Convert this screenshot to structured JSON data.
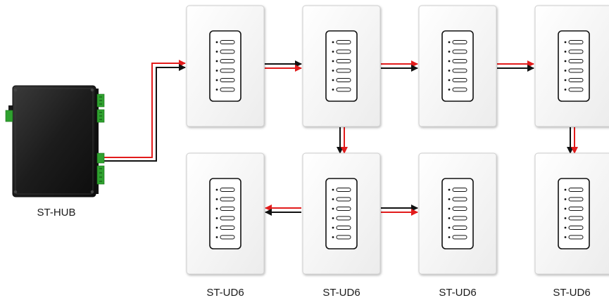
{
  "hub": {
    "label": "ST-HUB"
  },
  "device_labels": [
    "ST-UD6",
    "ST-UD6",
    "ST-UD6",
    "ST-UD6"
  ],
  "colors": {
    "wire_red": "#e21b1b",
    "wire_black": "#111111",
    "plate_fill": "#f6f6f6",
    "plate_stroke": "#cfcfcf",
    "hub_body": "#1f1f1f",
    "terminal_green": "#2fa12f",
    "keypad_outline": "#111111"
  },
  "icons": [
    "hub-device-icon",
    "keypad-plate-icon",
    "terminal-block-icon"
  ]
}
